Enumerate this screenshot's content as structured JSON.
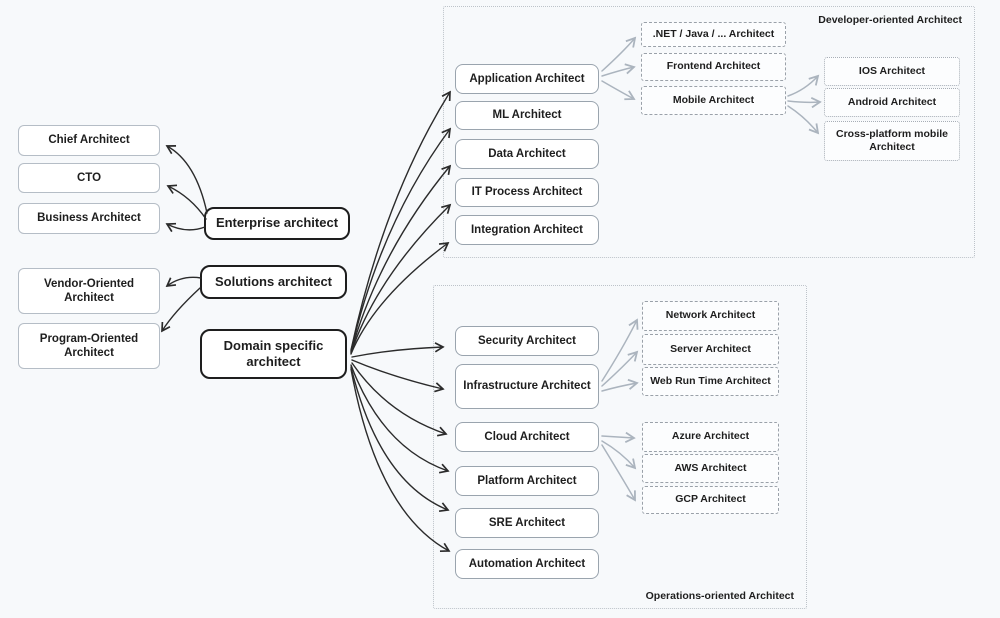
{
  "colors": {
    "canvas_bg": "#f7f9fb",
    "black_arrow": "#2b2b2b",
    "gray_arrow": "#abb4be",
    "bold_border": "#1e1e1e",
    "node_border": "#9aa4ae",
    "left_node_border": "#b5bdc6",
    "dashed_border": "#9aa1a9",
    "dotted_border": "#a7aeb6",
    "group_border": "#bdc3c9"
  },
  "groups": {
    "developer_label": "Developer-oriented Architect",
    "operations_label": "Operations-oriented Architect"
  },
  "roots": [
    "Enterprise architect",
    "Solutions architect",
    "Domain specific architect"
  ],
  "enterprise_targets": [
    "Chief Architect",
    "CTO",
    "Business Architect"
  ],
  "solutions_targets": [
    "Vendor-Oriented Architect",
    "Program-Oriented Architect"
  ],
  "developer_domains": [
    "Application Architect",
    "ML Architect",
    "Data Architect",
    "IT Process Architect",
    "Integration Architect"
  ],
  "application_children": [
    ".NET / Java / ... Architect",
    "Frontend Architect",
    "Mobile Architect"
  ],
  "mobile_children": [
    "IOS Architect",
    "Android Architect",
    "Cross-platform mobile Architect"
  ],
  "operations_domains": [
    "Security Architect",
    "Infrastructure Architect",
    "Cloud Architect",
    "Platform Architect",
    "SRE Architect",
    "Automation Architect"
  ],
  "infrastructure_children": [
    "Network Architect",
    "Server Architect",
    "Web Run Time Architect"
  ],
  "cloud_children": [
    "Azure Architect",
    "AWS Architect",
    "GCP Architect"
  ]
}
